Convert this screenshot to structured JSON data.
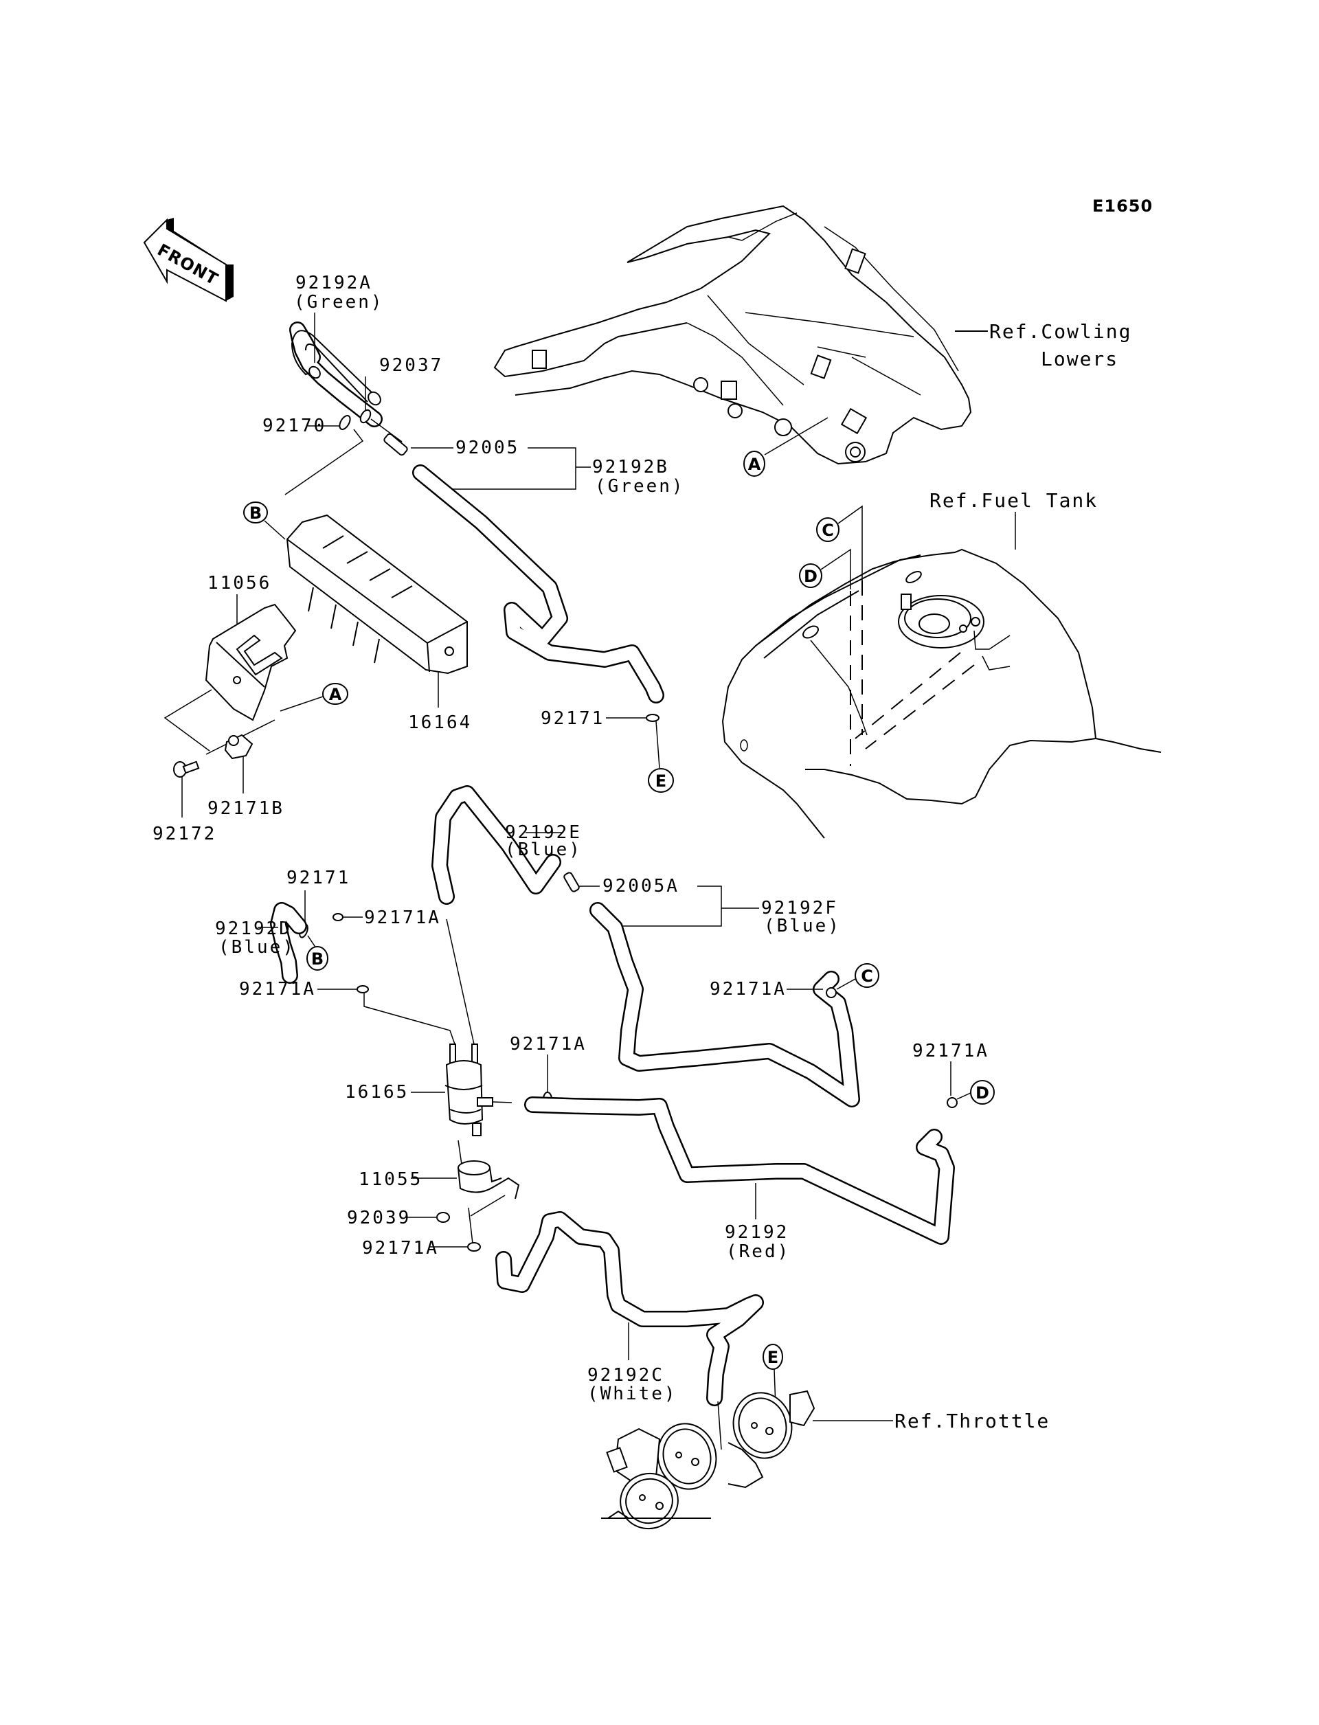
{
  "diagram": {
    "code": "E1650",
    "direction_arrow": "FRONT",
    "references": {
      "cowling_line1": "Ref.Cowling",
      "cowling_line2": "Lowers",
      "fuel_tank": "Ref.Fuel Tank",
      "throttle": "Ref.Throttle"
    },
    "callouts": {
      "a": "A",
      "b": "B",
      "c": "C",
      "d": "D",
      "e": "E"
    },
    "parts": [
      {
        "id": "92192A",
        "note": "(Green)"
      },
      {
        "id": "92037",
        "note": ""
      },
      {
        "id": "92170",
        "note": ""
      },
      {
        "id": "92005",
        "note": ""
      },
      {
        "id": "92192B",
        "note": "(Green)"
      },
      {
        "id": "11056",
        "note": ""
      },
      {
        "id": "16164",
        "note": ""
      },
      {
        "id": "92171",
        "note": ""
      },
      {
        "id": "92171B",
        "note": ""
      },
      {
        "id": "92172",
        "note": ""
      },
      {
        "id": "92192E",
        "note": "(Blue)"
      },
      {
        "id": "92171",
        "note": ""
      },
      {
        "id": "92192D",
        "note": "(Blue)"
      },
      {
        "id": "92005A",
        "note": ""
      },
      {
        "id": "92192F",
        "note": "(Blue)"
      },
      {
        "id": "92171A",
        "note": ""
      },
      {
        "id": "92171A",
        "note": ""
      },
      {
        "id": "92171A",
        "note": ""
      },
      {
        "id": "92171A",
        "note": ""
      },
      {
        "id": "92171A",
        "note": ""
      },
      {
        "id": "16165",
        "note": ""
      },
      {
        "id": "11055",
        "note": ""
      },
      {
        "id": "92039",
        "note": ""
      },
      {
        "id": "92171A",
        "note": ""
      },
      {
        "id": "92192",
        "note": "(Red)"
      },
      {
        "id": "92192C",
        "note": "(White)"
      }
    ]
  }
}
